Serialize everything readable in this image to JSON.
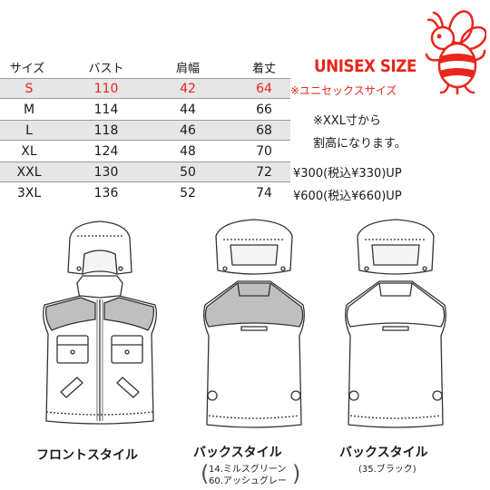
{
  "size_table": {
    "headers": [
      "サイズ",
      "バスト",
      "肩幅",
      "着丈"
    ],
    "rows": [
      {
        "size": "S",
        "bust": "110",
        "shoulder": "42",
        "length": "64",
        "highlight": true
      },
      {
        "size": "M",
        "bust": "114",
        "shoulder": "44",
        "length": "66"
      },
      {
        "size": "L",
        "bust": "118",
        "shoulder": "46",
        "length": "68"
      },
      {
        "size": "XL",
        "bust": "124",
        "shoulder": "48",
        "length": "70"
      },
      {
        "size": "XXL",
        "bust": "130",
        "shoulder": "50",
        "length": "72"
      },
      {
        "size": "3XL",
        "bust": "136",
        "shoulder": "52",
        "length": "74"
      }
    ]
  },
  "unisex": {
    "title": "UNISEX SIZE",
    "subtitle": "※ユニセックスサイズ"
  },
  "notes": {
    "line1": "※XXL寸から",
    "line2": "割高になります。"
  },
  "prices": {
    "xxl": "¥300(税込¥330)UP",
    "xl3": "¥600(税込¥660)UP"
  },
  "captions": {
    "front": "フロントスタイル",
    "back1": "バックスタイル",
    "back2": "バックスタイル"
  },
  "colors": {
    "back1_line1": "14.ミルスグリーン",
    "back1_line2": "60.アッシュグレー",
    "back2_line1": "(35.ブラック)"
  },
  "theme": {
    "accent": "#e8261d",
    "shade": "#e6e6e6"
  }
}
